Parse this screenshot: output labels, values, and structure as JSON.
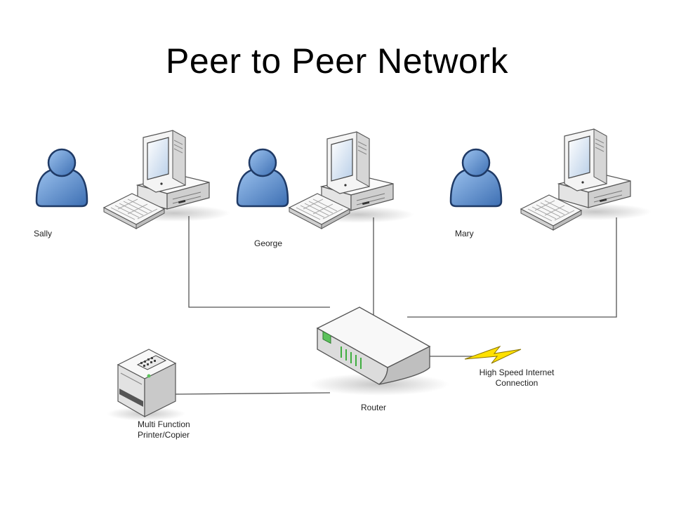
{
  "title": "Peer to Peer Network",
  "people": [
    {
      "name": "Sally"
    },
    {
      "name": "George"
    },
    {
      "name": "Mary"
    }
  ],
  "router": {
    "label": "Router"
  },
  "printer": {
    "label_line1": "Multi Function",
    "label_line2": "Printer/Copier"
  },
  "internet": {
    "label_line1": "High Speed Internet",
    "label_line2": "Connection"
  },
  "colors": {
    "person_fill": "#5b8fd0",
    "person_stroke": "#1f3a66",
    "device_fill": "#f2f2f2",
    "device_shade": "#cfcfcf",
    "screen": "#d9e6f5",
    "line": "#555555",
    "router_led": "#5cc25c",
    "bolt": "#ffe100"
  },
  "icons": [
    "person-icon",
    "computer-icon",
    "keyboard-icon",
    "router-icon",
    "printer-icon",
    "lightning-icon"
  ]
}
